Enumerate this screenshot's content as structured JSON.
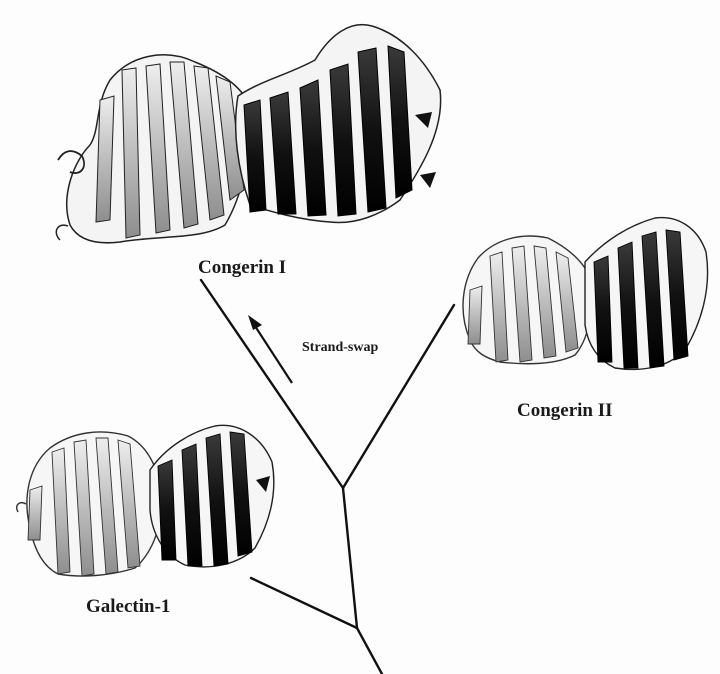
{
  "labels": {
    "congerin_1": "Congerin I",
    "congerin_2": "Congerin II",
    "galectin_1": "Galectin-1",
    "strand_swap": "Strand-swap"
  },
  "colors": {
    "line": "#111111",
    "dark_strand": "#141414",
    "light_strand": "#c9c9c9",
    "mid_strand": "#9a9a9a"
  }
}
